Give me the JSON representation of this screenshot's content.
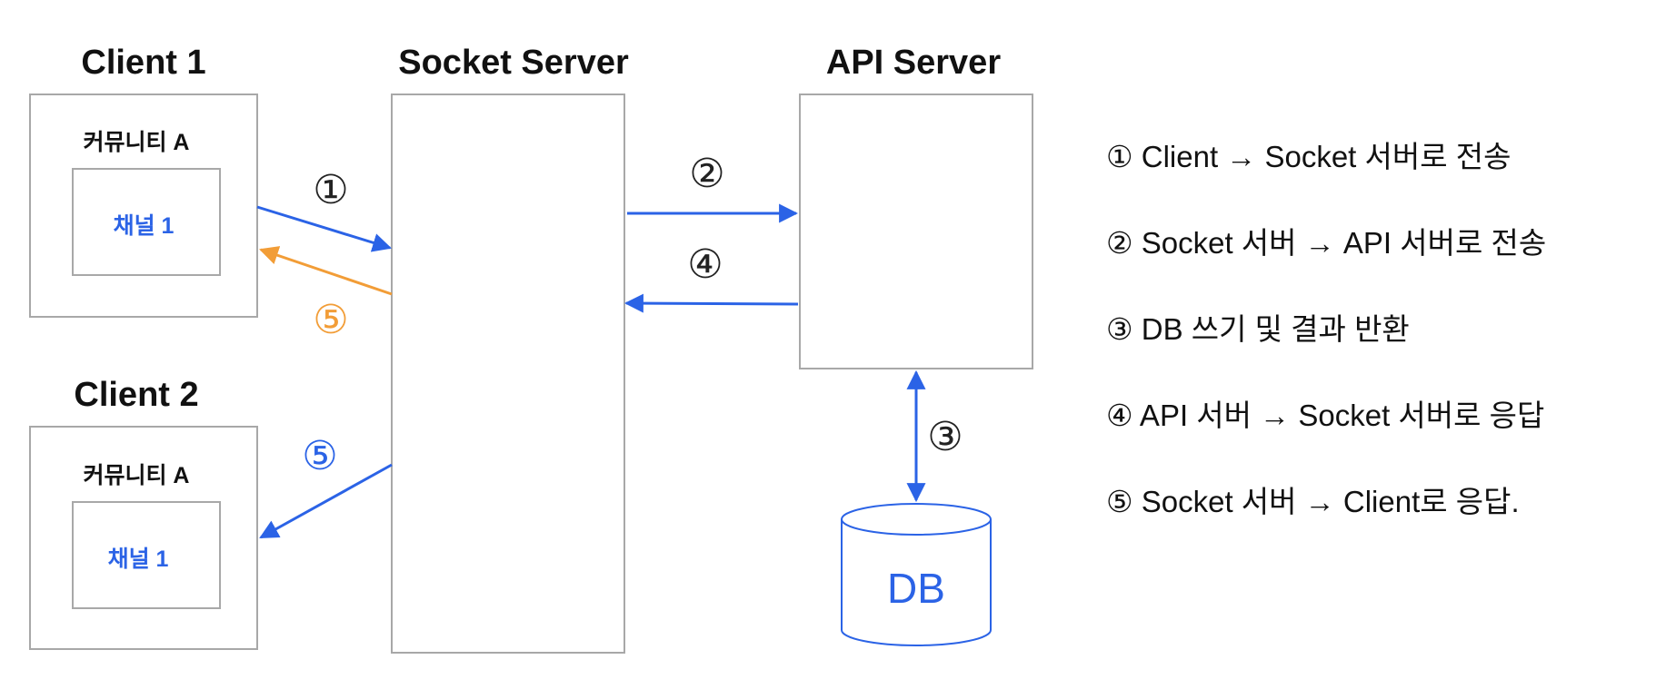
{
  "colors": {
    "blue": "#2b63e6",
    "orange": "#f29d37",
    "box_border": "#a8a8a8",
    "text": "#111111",
    "dark": "#222222"
  },
  "client1": {
    "title": "Client 1",
    "community": "커뮤니티 A",
    "channel": "채널 1"
  },
  "client2": {
    "title": "Client 2",
    "community": "커뮤니티 A",
    "channel": "채널 1"
  },
  "socket_server": {
    "title": "Socket Server"
  },
  "api_server": {
    "title": "API Server"
  },
  "db": {
    "label": "DB"
  },
  "markers": {
    "m1": "①",
    "m2": "②",
    "m3": "③",
    "m4": "④",
    "m5_orange": "⑤",
    "m5_blue": "⑤"
  },
  "legend": [
    "① Client → Socket 서버로 전송",
    "② Socket 서버 → API 서버로 전송",
    "③ DB 쓰기 및 결과 반환",
    "④ API 서버 → Socket 서버로 응답",
    "⑤ Socket 서버 → Client로 응답."
  ]
}
